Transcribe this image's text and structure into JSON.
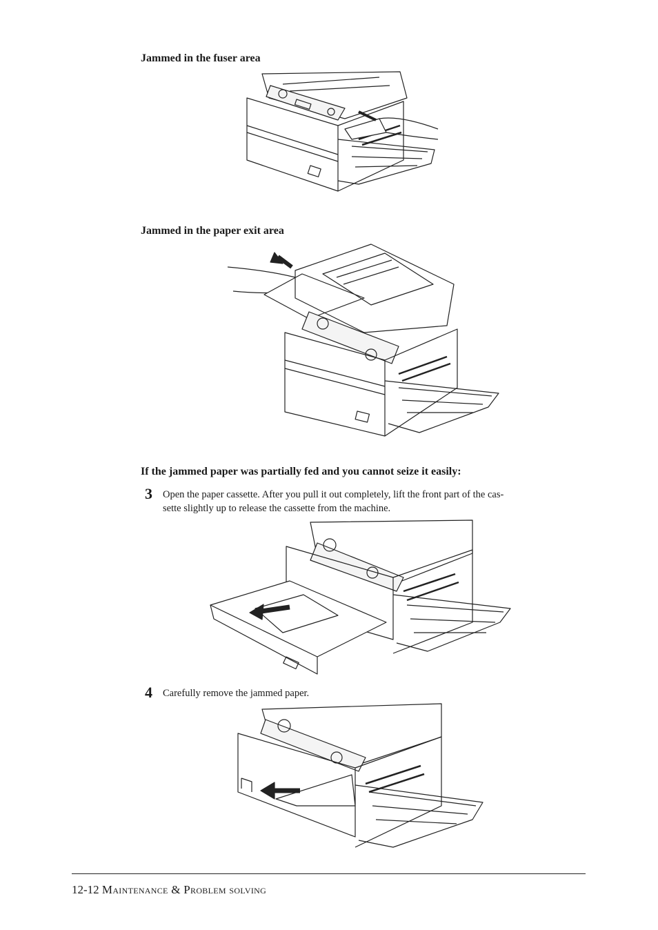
{
  "sections": {
    "fuser": {
      "heading": "Jammed in the fuser area"
    },
    "exit": {
      "heading": "Jammed in the paper exit area"
    },
    "partial": {
      "heading": "If the jammed paper was partially fed and you cannot seize it easily:"
    }
  },
  "steps": [
    {
      "number": "3",
      "line1": "Open the paper cassette. After you pull it out completely, lift the front part of the cas-",
      "line2": "sette slightly up to release the cassette from the machine."
    },
    {
      "number": "4",
      "line1": "Carefully remove the jammed paper."
    }
  ],
  "footer": {
    "page_number": "12-12",
    "chapter_title": "Maintenance & Problem solving"
  },
  "figures": {
    "fuser": {
      "icon": "machine-fuser-jam-illustration"
    },
    "exit": {
      "icon": "machine-exit-jam-illustration"
    },
    "cassette": {
      "icon": "paper-cassette-removal-illustration"
    },
    "remove": {
      "icon": "remove-jammed-paper-illustration"
    }
  }
}
